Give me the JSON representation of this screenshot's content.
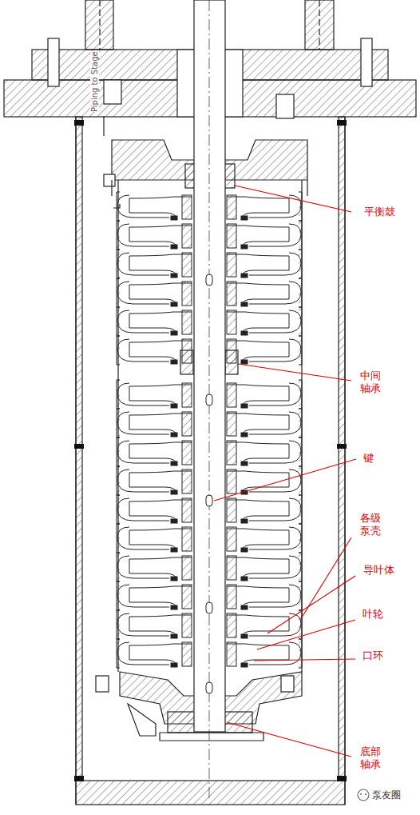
{
  "diagram": {
    "labels": [
      "平衡鼓",
      "中间 轴承",
      "键",
      "各级 泵壳",
      "导叶体",
      "叶轮",
      "口环",
      "底部 轴承",
      "Piping to Stage",
      "泵友圈"
    ]
  }
}
